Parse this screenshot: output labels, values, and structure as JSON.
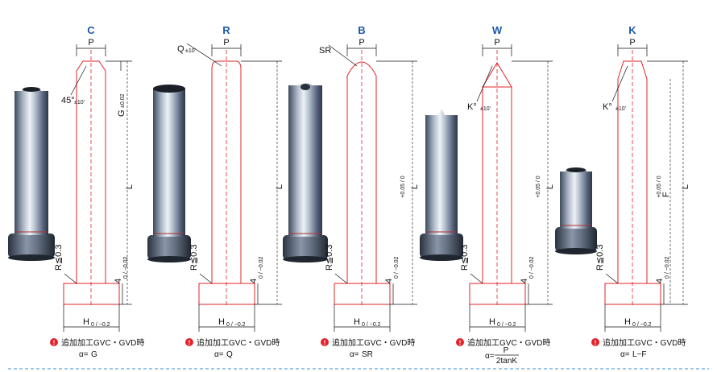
{
  "panels": [
    {
      "code": "C",
      "top": "45°",
      "top_tol": "±10'",
      "side_dim": "G",
      "side_tol": "±0.02",
      "length": "L",
      "length_tol": "",
      "note": "追加加工GVC・GVD時",
      "alpha_prefix": "α=",
      "alpha": "G"
    },
    {
      "code": "R",
      "top": "Q",
      "top_tol": "±10'",
      "side_dim": "",
      "side_tol": "",
      "length": "L",
      "length_tol": "",
      "note": "追加加工GVC・GVD時",
      "alpha_prefix": "α=",
      "alpha": "Q"
    },
    {
      "code": "B",
      "top": "SR",
      "top_tol": "",
      "side_dim": "",
      "side_tol": "",
      "length": "L",
      "length_tol": "+0.05 / 0",
      "note": "追加加工GVC・GVD時",
      "alpha_prefix": "α=",
      "alpha": "SR"
    },
    {
      "code": "W",
      "top": "K°",
      "top_tol": "±10'",
      "side_dim": "",
      "side_tol": "",
      "length": "L",
      "length_tol": "+0.05 / 0",
      "note": "追加加工GVC・GVD時",
      "alpha_prefix": "α=",
      "alpha_num": "P",
      "alpha_den": "2tanK"
    },
    {
      "code": "K",
      "top": "K°",
      "top_tol": "±10'",
      "side_dim": "F",
      "side_tol": "+0.05 / 0",
      "length": "L",
      "length_tol": "",
      "note": "追加加工GVC・GVD時",
      "alpha_prefix": "α=",
      "alpha": "L−F"
    }
  ],
  "common": {
    "p_label": "P",
    "radius": "R≦0.3",
    "head_h": "4",
    "head_h_tol": "0 / −0.02",
    "head_w": "H",
    "head_w_tol": "0 / −0.2",
    "bullet": "!"
  },
  "colors": {
    "title": "#1a58a8",
    "outline": "#e2232a",
    "bullet": "#e2232a",
    "divider": "#3b8fd6"
  }
}
